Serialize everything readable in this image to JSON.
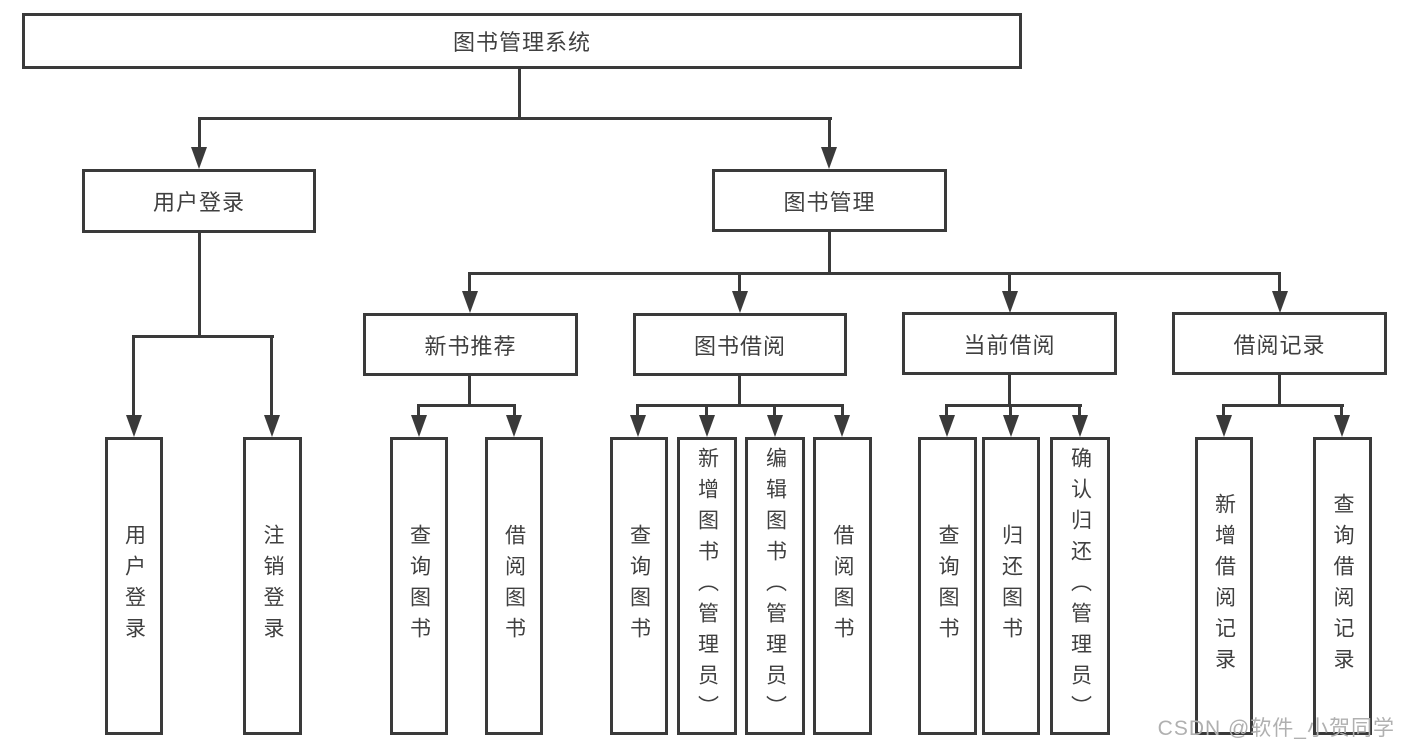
{
  "diagram_title": "图书管理系统",
  "tree": {
    "root": "图书管理系统",
    "branches": [
      {
        "label": "用户登录",
        "children": [
          "用户登录",
          "注销登录"
        ]
      },
      {
        "label": "图书管理",
        "groups": [
          {
            "label": "新书推荐",
            "children": [
              "查询图书",
              "借阅图书"
            ]
          },
          {
            "label": "图书借阅",
            "children": [
              "查询图书",
              "新增图书（管理员）",
              "编辑图书（管理员）",
              "借阅图书"
            ]
          },
          {
            "label": "当前借阅",
            "children": [
              "查询图书",
              "归还图书",
              "确认归还（管理员）"
            ]
          },
          {
            "label": "借阅记录",
            "children": [
              "新增借阅记录",
              "查询借阅记录"
            ]
          }
        ]
      }
    ]
  },
  "watermark": "CSDN @软件_小贺同学",
  "colors": {
    "line": "#3a3a3a",
    "text": "#404040",
    "watermark": "#b0b0b0",
    "background": "#ffffff"
  }
}
